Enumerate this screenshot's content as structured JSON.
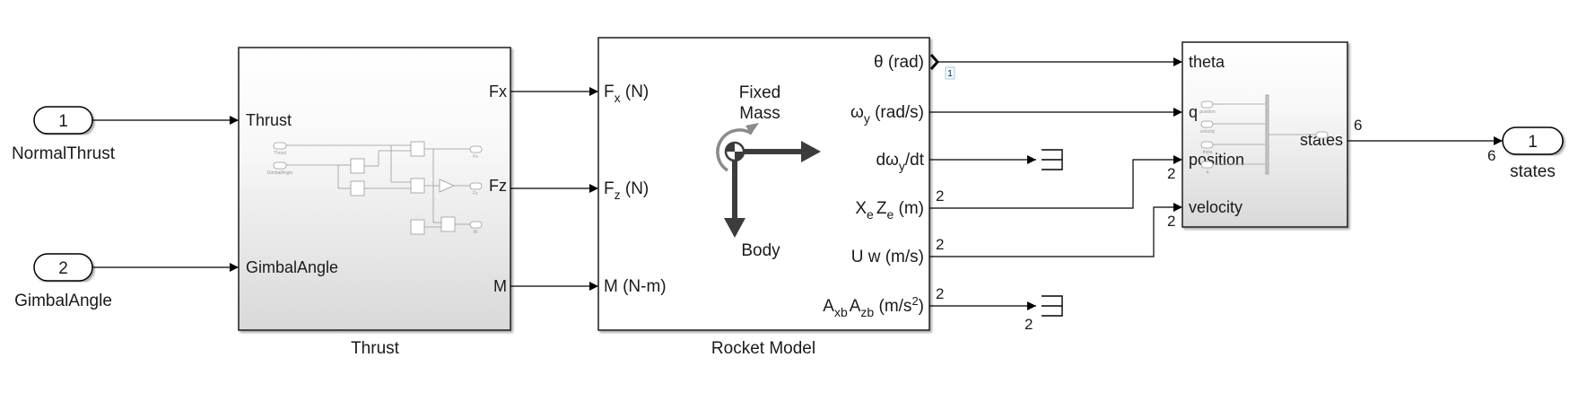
{
  "inports": [
    {
      "number": "1",
      "name": "NormalThrust"
    },
    {
      "number": "2",
      "name": "GimbalAngle"
    }
  ],
  "outports": [
    {
      "number": "1",
      "name": "states"
    }
  ],
  "thrust_block": {
    "name": "Thrust",
    "inputs": [
      "Thrust",
      "GimbalAngle"
    ],
    "outputs": [
      "Fx",
      "Fz",
      "M"
    ],
    "preview_ports": {
      "in": [
        "Thrust",
        "GimbalAngle"
      ],
      "out": [
        "Fx",
        "Fz",
        "M"
      ]
    }
  },
  "rocket_block": {
    "name": "Rocket Model",
    "inputs": [
      {
        "main": "F",
        "sub": "x",
        "rest": " (N)"
      },
      {
        "main": "F",
        "sub": "z",
        "rest": " (N)"
      },
      {
        "main": "M (N-m)",
        "sub": "",
        "rest": ""
      }
    ],
    "outputs": {
      "theta": "θ (rad)",
      "omega_main": "ω",
      "omega_sub": "y",
      "omega_rest": " (rad/s)",
      "domega_a": "dω",
      "domega_sub": "y",
      "domega_b": "/dt",
      "xz_x": "X",
      "xz_e1": "e",
      "xz_z": "Z",
      "xz_e2": "e",
      "xz_rest": " (m)",
      "uw": "U w (m/s)",
      "acc_a": "A",
      "acc_sub1": "xb",
      "acc_b": "A",
      "acc_sub2": "zb",
      "acc_rest": " (m/s",
      "acc_sup": "2",
      "acc_close": ")"
    },
    "icon_text": {
      "top1": "Fixed",
      "top2": "Mass",
      "bottom": "Body"
    }
  },
  "states_block": {
    "name": "",
    "inputs": [
      "theta",
      "q",
      "position",
      "velocity"
    ],
    "output": "states",
    "preview_ports": {
      "in": [
        "position",
        "velocity",
        "theta",
        "q"
      ]
    }
  },
  "signal_dimensions": {
    "xe_ze": "2",
    "uw": "2",
    "axb_azb": "2",
    "axb_azb_term": "2",
    "position_in": "2",
    "velocity_in": "2",
    "states_out": "6",
    "states_outport_in": "6"
  },
  "test_point_badge": "1",
  "colors": {
    "line": "#000000",
    "block_border": "#2b2b2b",
    "block_grad_top": "#ffffff",
    "block_grad_bottom": "#d9d9d9",
    "icon_dark": "#3c3c3c",
    "icon_gray": "#8a8a8a",
    "badge_border": "#8fc1e0"
  }
}
